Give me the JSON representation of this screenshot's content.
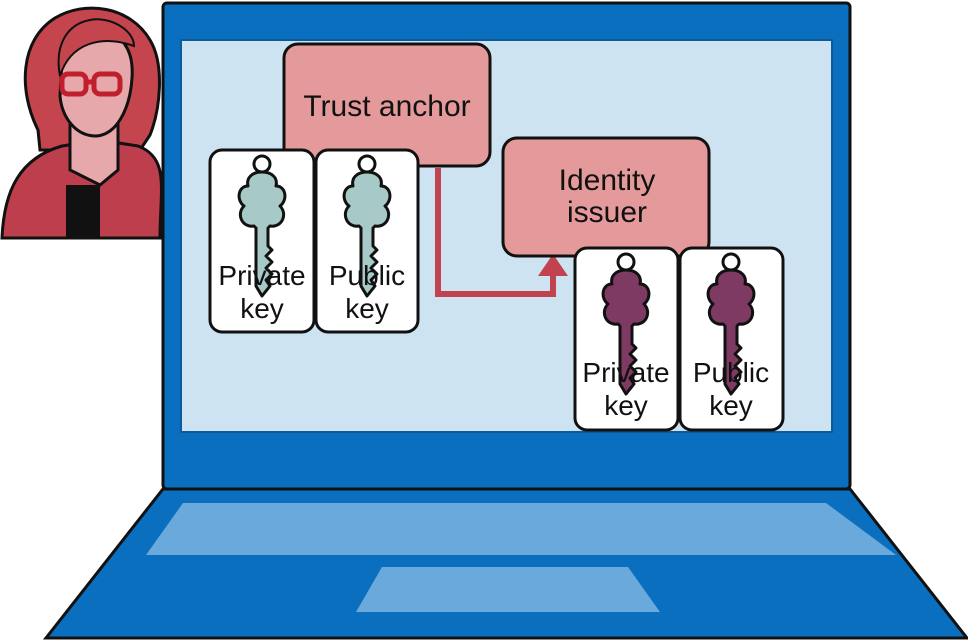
{
  "trust_anchor": {
    "label": "Trust anchor",
    "keys": {
      "private": {
        "line1": "Private",
        "line2": "key"
      },
      "public": {
        "line1": "Public",
        "line2": "key"
      }
    }
  },
  "identity_issuer": {
    "label_line1": "Identity",
    "label_line2": "issuer",
    "keys": {
      "private": {
        "line1": "Private",
        "line2": "key"
      },
      "public": {
        "line1": "Public",
        "line2": "key"
      }
    }
  },
  "colors": {
    "laptop_body": "#0a6fbf",
    "screen": "#cde3f2",
    "box_fill": "#e49a9a",
    "arrow": "#c0434f",
    "trust_key": "#a7c9c8",
    "issuer_key": "#7e3a62",
    "person_hair": "#c5454f",
    "person_jacket": "#bd3e4d",
    "person_skin": "#e7a8ab"
  }
}
